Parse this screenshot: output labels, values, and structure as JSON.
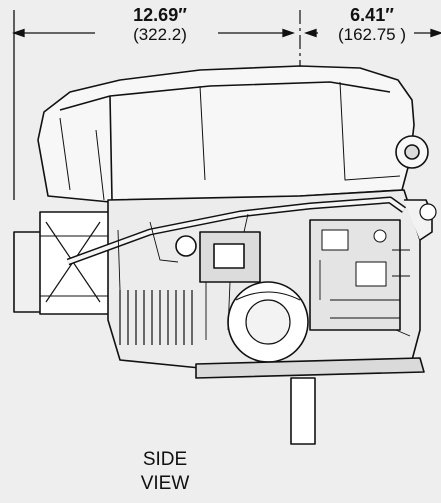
{
  "dimensions": {
    "left": {
      "inches": "12.69″",
      "mm": "(322.2)"
    },
    "right": {
      "inches": "6.41″",
      "mm": "(162.75 )"
    }
  },
  "view": {
    "line1": "SIDE",
    "line2": "VIEW"
  },
  "colors": {
    "background": "#eeeeee",
    "ink": "#111111",
    "shade": "#d8d8d8"
  }
}
